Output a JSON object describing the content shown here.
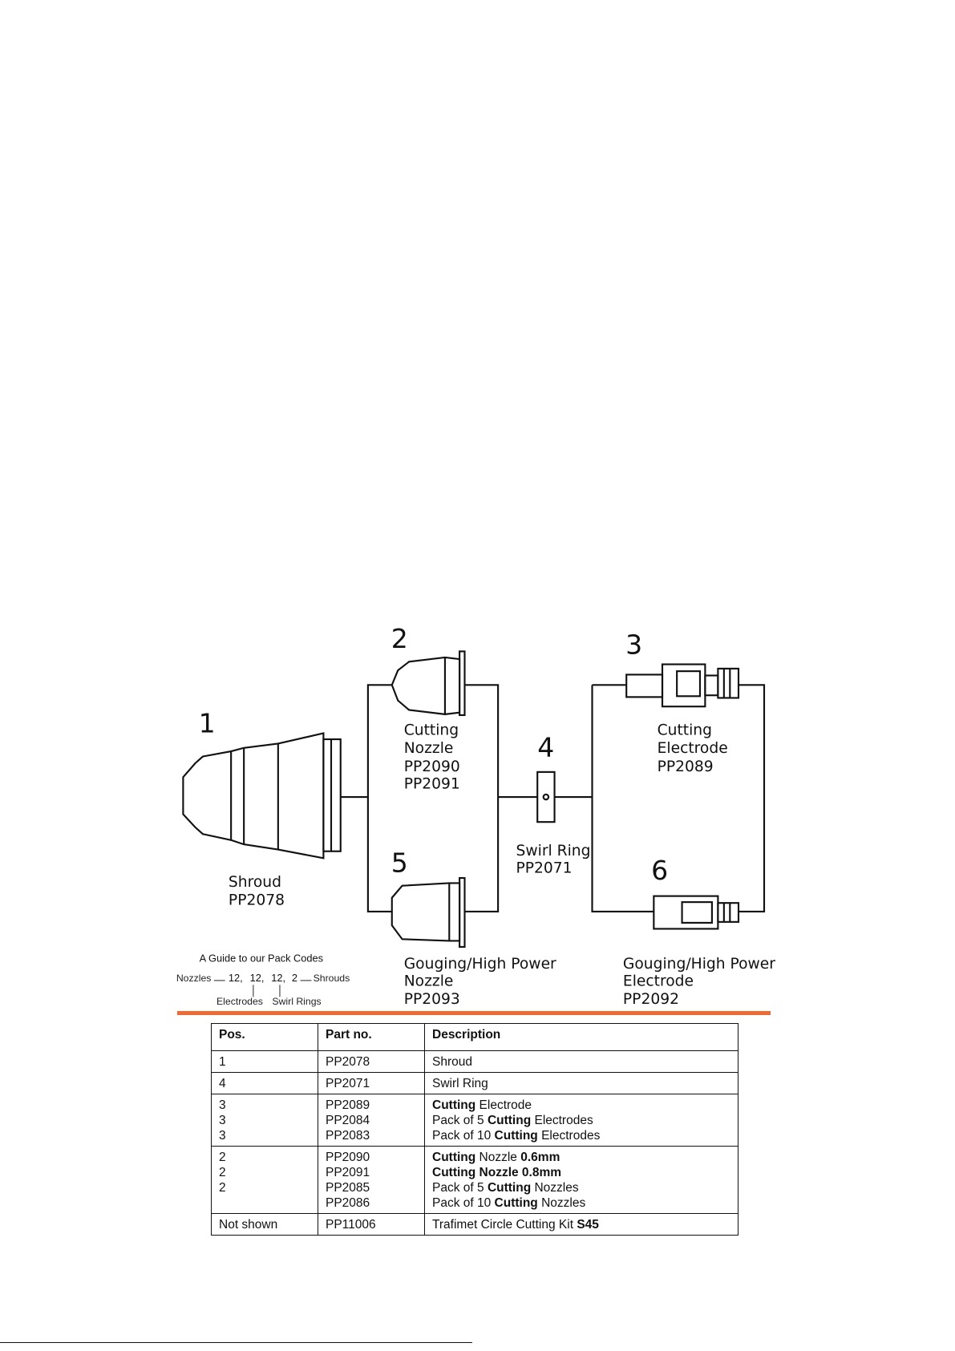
{
  "diagram": {
    "callouts": [
      "1",
      "2",
      "3",
      "4",
      "5",
      "6"
    ],
    "shroud": {
      "name": "Shroud",
      "code": "PP2078"
    },
    "cutting_nozzle": {
      "line1": "Cutting",
      "line2": "Nozzle",
      "code1": "PP2090",
      "code2": "PP2091"
    },
    "cutting_electrode": {
      "line1": "Cutting",
      "line2": "Electrode",
      "code": "PP2089"
    },
    "swirl_ring": {
      "name": "Swirl Ring",
      "code": "PP2071"
    },
    "gouging_nozzle": {
      "line1": "Gouging/High Power",
      "line2": "Nozzle",
      "code": "PP2093"
    },
    "gouging_electrode": {
      "line1": "Gouging/High Power",
      "line2": "Electrode",
      "code": "PP2092"
    },
    "pack_guide": {
      "title": "A Guide to our Pack Codes",
      "nozzles": "Nozzles",
      "n1": "12,",
      "n2": "12,",
      "n3": "12,",
      "n4": "2",
      "shrouds": "Shrouds",
      "electrodes": "Electrodes",
      "swirl_rings": "Swirl Rings"
    }
  },
  "table": {
    "headers": [
      "Pos.",
      "Part no.",
      "Description"
    ],
    "rows": [
      {
        "pos": [
          "1"
        ],
        "part": [
          "PP2078"
        ],
        "desc": [
          [
            "",
            "Shroud"
          ]
        ]
      },
      {
        "pos": [
          "4"
        ],
        "part": [
          "PP2071"
        ],
        "desc": [
          [
            "",
            "Swirl Ring"
          ]
        ]
      },
      {
        "pos": [
          "3",
          "3",
          "3"
        ],
        "part": [
          "PP2089",
          "PP2084",
          "PP2083"
        ],
        "desc": [
          [
            "**Cutting**",
            " Electrode"
          ],
          [
            "Pack of 5 ",
            "**Cutting**",
            " Electrodes"
          ],
          [
            "Pack of 10 ",
            "**Cutting**",
            " Electrodes"
          ]
        ]
      },
      {
        "pos": [
          "2",
          "2",
          "2"
        ],
        "part": [
          "PP2090",
          "PP2091",
          "PP2085",
          "PP2086"
        ],
        "desc": [
          [
            "**Cutting**",
            " Nozzle ",
            "**0.6mm**"
          ],
          [
            "**Cutting Nozzle 0.8mm**"
          ],
          [
            "Pack of 5 ",
            "**Cutting**",
            " Nozzles"
          ],
          [
            "Pack of 10 ",
            "**Cutting**",
            " Nozzles"
          ]
        ]
      },
      {
        "pos": [
          "Not shown"
        ],
        "part": [
          "PP11006"
        ],
        "desc": [
          [
            "Trafimet Circle Cutting Kit ",
            "**S45**"
          ]
        ]
      }
    ]
  }
}
